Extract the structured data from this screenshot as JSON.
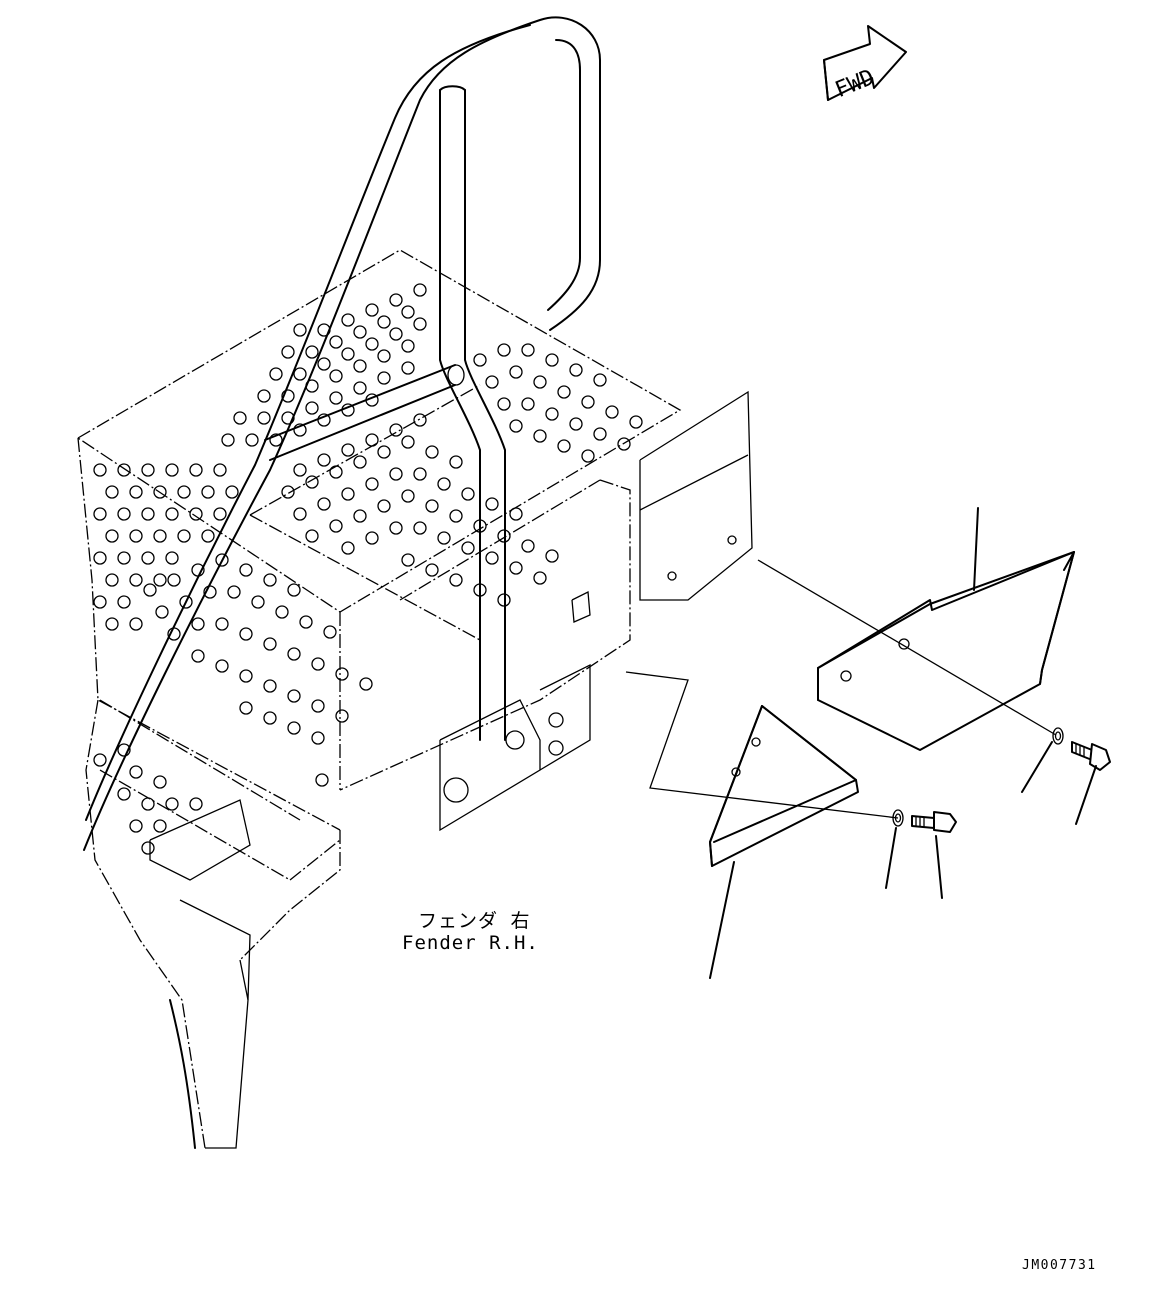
{
  "labels": {
    "fender_jp": "フェンダ 右",
    "fender_en": "Fender R.H.",
    "fwd": "FWD",
    "drawing_code": "JM007731"
  },
  "icons": [
    "fwd-arrow-icon"
  ]
}
